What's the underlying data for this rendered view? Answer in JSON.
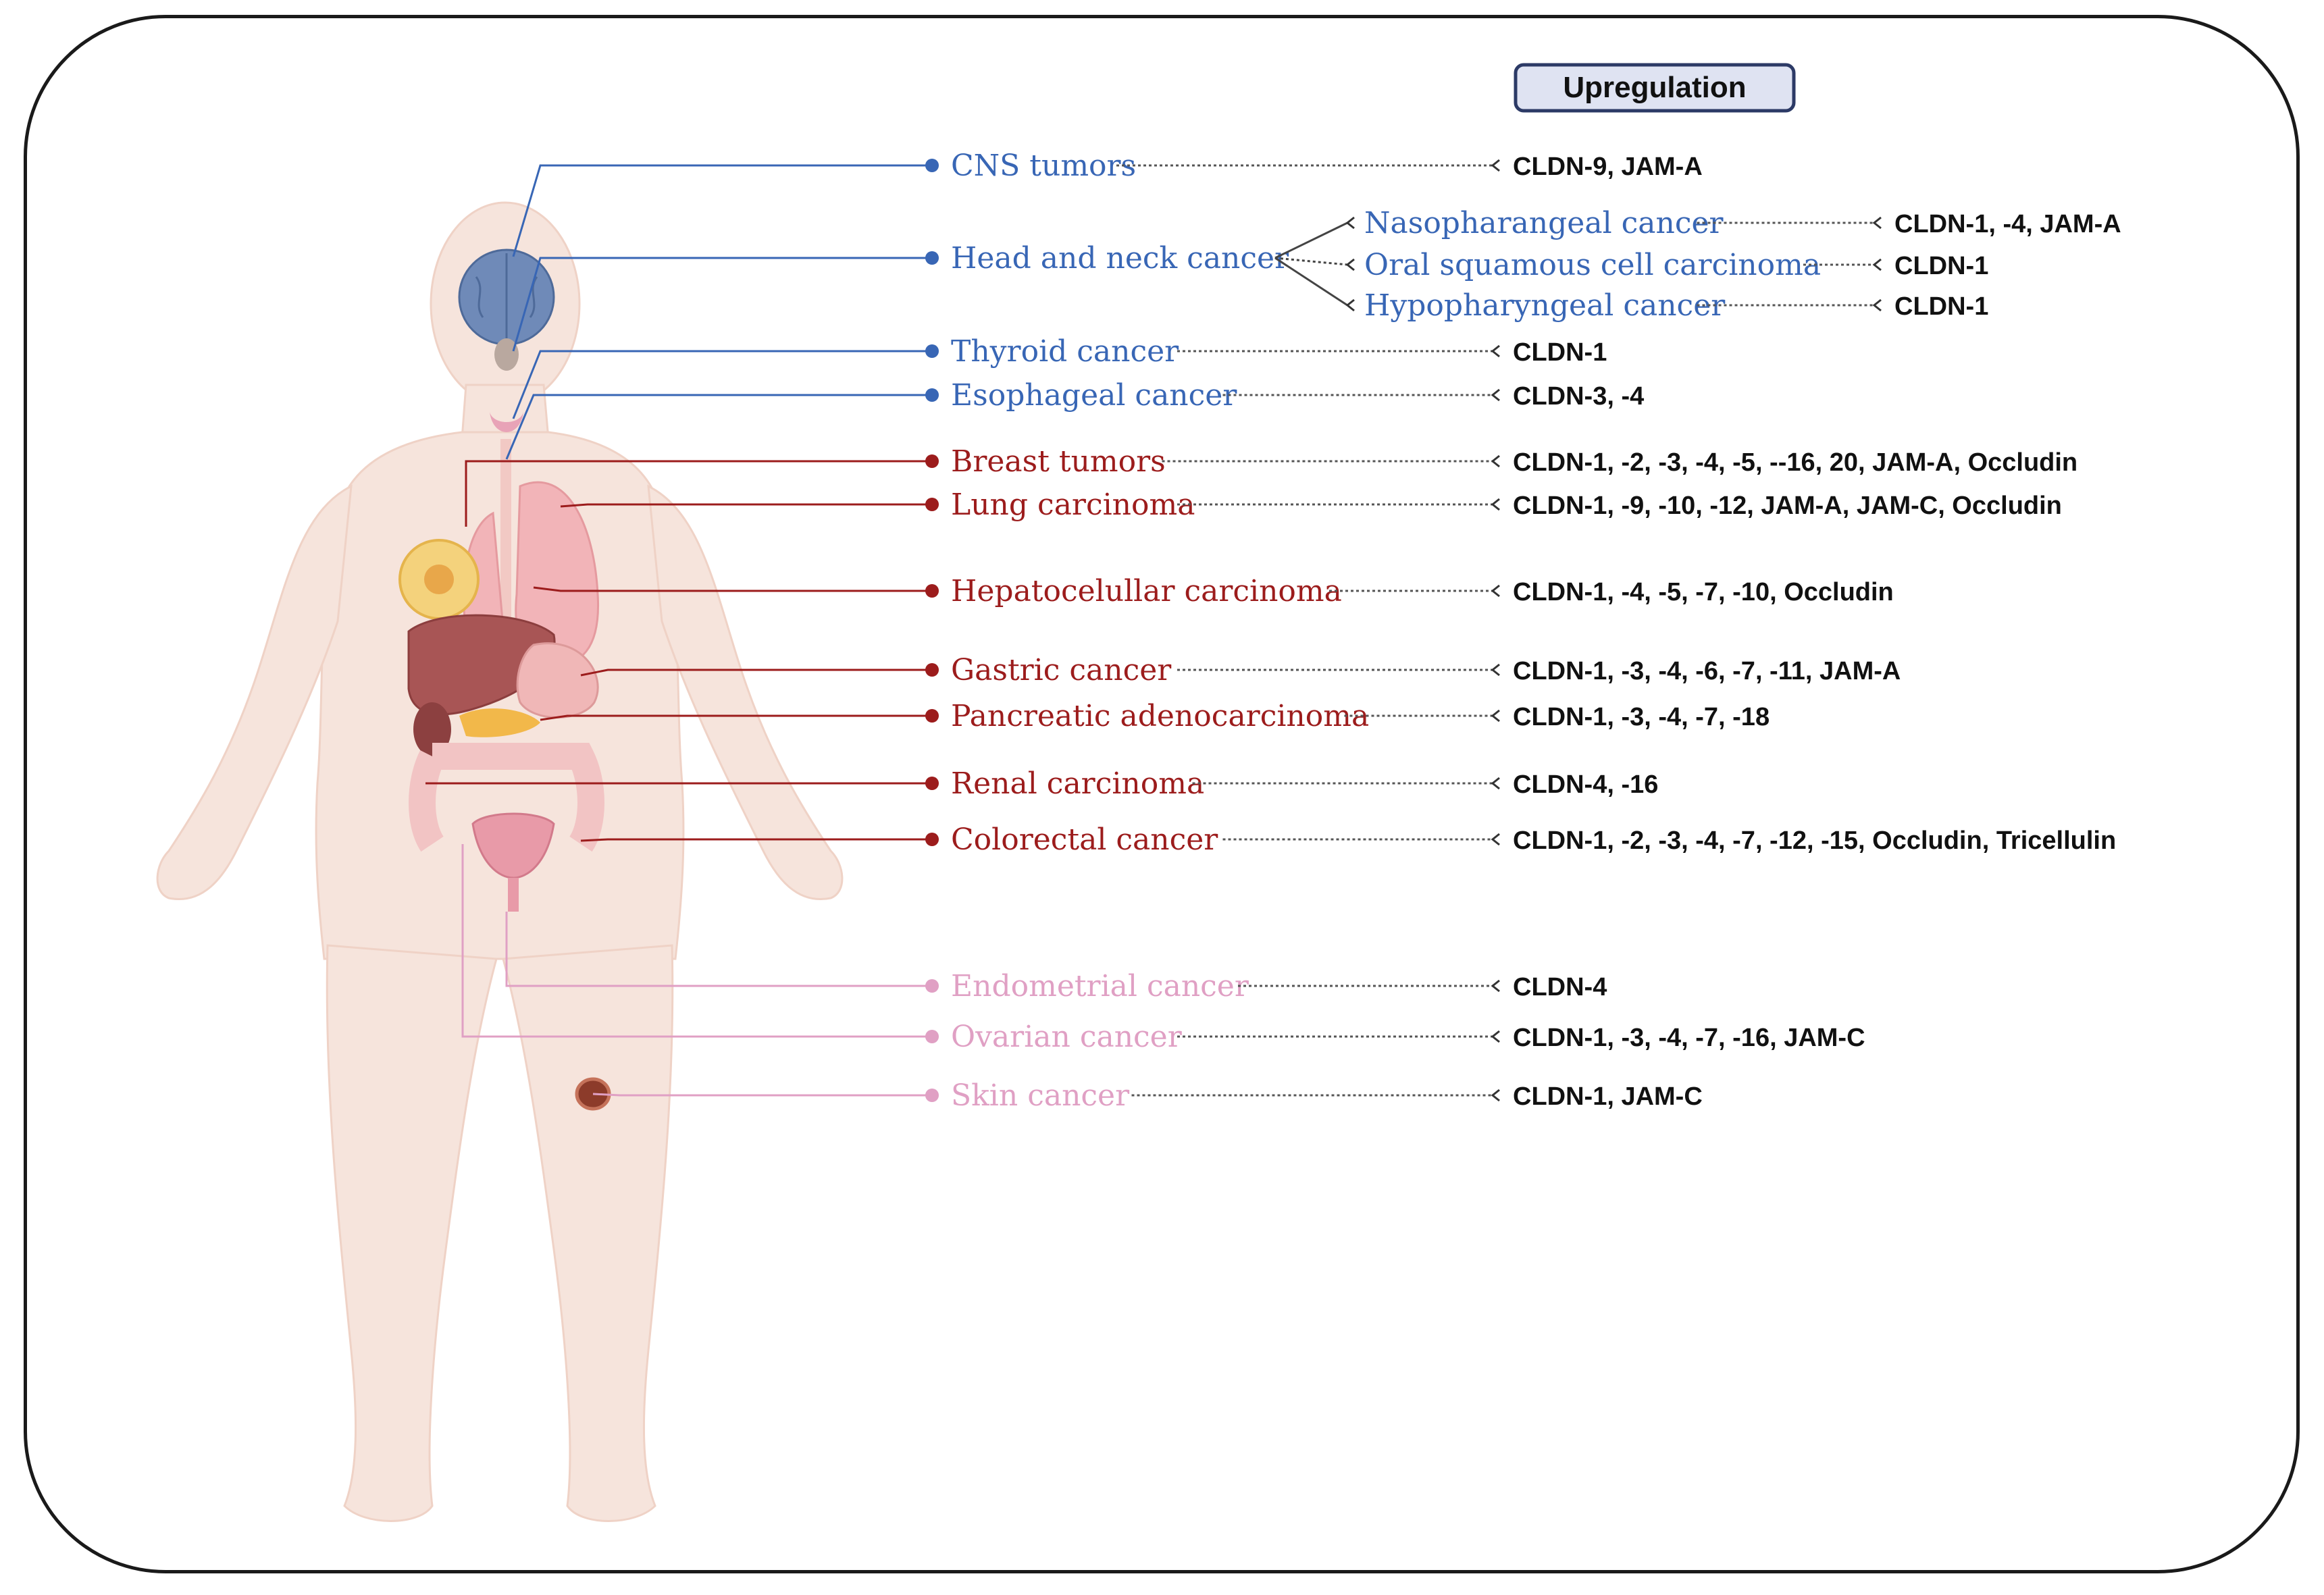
{
  "heading": "Upregulation",
  "colors": {
    "blue": "#3866b5",
    "red": "#9c1c1c",
    "pink": "#e0a0c4",
    "heading_fill": "#dfe3f2",
    "heading_border": "#2c3a66",
    "body": "#f6e4dc"
  },
  "cancers": [
    {
      "name": "CNS tumors",
      "group": "blue",
      "markers": "CLDN-9, JAM-A"
    },
    {
      "name": "Head and neck cancer",
      "group": "blue",
      "subtypes": [
        {
          "name": "Nasopharangeal cancer",
          "markers": "CLDN-1, -4, JAM-A"
        },
        {
          "name": "Oral squamous cell carcinoma",
          "markers": "CLDN-1"
        },
        {
          "name": "Hypopharyngeal cancer",
          "markers": "CLDN-1"
        }
      ]
    },
    {
      "name": "Thyroid cancer",
      "group": "blue",
      "markers": "CLDN-1"
    },
    {
      "name": "Esophageal cancer",
      "group": "blue",
      "markers": "CLDN-3, -4"
    },
    {
      "name": "Breast tumors",
      "group": "red",
      "markers": "CLDN-1, -2, -3, -4, -5, --16, 20, JAM-A, Occludin"
    },
    {
      "name": "Lung carcinoma",
      "group": "red",
      "markers": "CLDN-1, -9, -10, -12, JAM-A, JAM-C,  Occludin"
    },
    {
      "name": "Hepatocelullar carcinoma",
      "group": "red",
      "markers": "CLDN-1, -4, -5, -7, -10, Occludin"
    },
    {
      "name": "Gastric cancer",
      "group": "red",
      "markers": "CLDN-1, -3, -4, -6, -7, -11,  JAM-A"
    },
    {
      "name": "Pancreatic adenocarcinoma",
      "group": "red",
      "markers": "CLDN-1, -3, -4, -7, -18"
    },
    {
      "name": "Renal carcinoma",
      "group": "red",
      "markers": "CLDN-4, -16"
    },
    {
      "name": "Colorectal cancer",
      "group": "red",
      "markers": "CLDN-1, -2, -3, -4, -7, -12, -15, Occludin, Tricellulin"
    },
    {
      "name": "Endometrial cancer",
      "group": "pink",
      "markers": "CLDN-4"
    },
    {
      "name": "Ovarian cancer",
      "group": "pink",
      "markers": "CLDN-1, -3, -4, -7, -16,  JAM-C"
    },
    {
      "name": "Skin cancer",
      "group": "pink",
      "markers": "CLDN-1, JAM-C"
    }
  ]
}
